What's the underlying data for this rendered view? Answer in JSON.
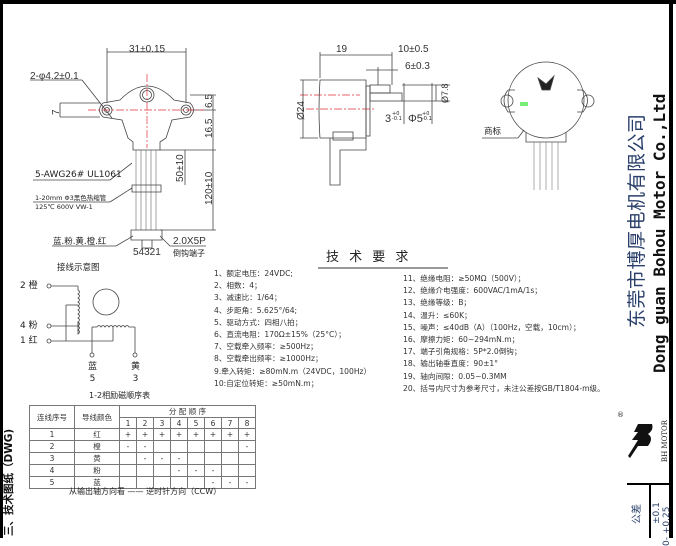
{
  "front_view": {
    "width_dim": "31±0.15",
    "hole_label": "2-φ4.2±0.1",
    "dim_7": "7",
    "dim_6_5": "6.5",
    "dim_16_5": "16.5",
    "dim_50": "50±10",
    "dim_120": "120±10",
    "wire_label": "5-AWG26# UL1061",
    "sleeve_label_1": "1-20mm Φ3黑色热缩管",
    "sleeve_label_2": "125℃ 600V VW-1",
    "colors_label": "蓝.粉.黄.橙.红",
    "pin_numbers": "54321",
    "connector_label_1": "2.0X5P",
    "connector_label_2": "倒钩端子"
  },
  "side_view": {
    "dim_19": "19",
    "dim_10": "10±0.5",
    "dim_6": "6±0.3",
    "dim_d24": "Ø24",
    "dim_d78": "Ø7.8",
    "dim_3": "3",
    "dim_3_tol": "+0 -0.1",
    "dim_d5": "Φ5",
    "dim_d5_tol": "+0 -0.1"
  },
  "back_view": {
    "trademark_label": "商标"
  },
  "wiring": {
    "title": "接线示意图",
    "leads": [
      {
        "num": "2",
        "color": "橙"
      },
      {
        "num": "4",
        "color": "粉"
      },
      {
        "num": "1",
        "color": "红"
      },
      {
        "num": "5",
        "color": "蓝"
      },
      {
        "num": "3",
        "color": "黄"
      }
    ]
  },
  "sequence_table": {
    "caption": "1-2相励磁顺序表",
    "headers": [
      "连线序号",
      "导线颜色",
      "分 配 顺 序"
    ],
    "steps": [
      "1",
      "2",
      "3",
      "4",
      "5",
      "6",
      "7",
      "8"
    ],
    "rows": [
      {
        "num": "1",
        "color": "红",
        "cells": [
          "+",
          "+",
          "+",
          "+",
          "+",
          "+",
          "+",
          "+"
        ]
      },
      {
        "num": "2",
        "color": "橙",
        "cells": [
          "-",
          "-",
          "",
          "",
          "",
          "",
          "",
          "-"
        ]
      },
      {
        "num": "3",
        "color": "黄",
        "cells": [
          "",
          "-",
          "-",
          "-",
          "",
          "",
          "",
          ""
        ]
      },
      {
        "num": "4",
        "color": "粉",
        "cells": [
          "",
          "",
          "",
          "-",
          "-",
          "-",
          "",
          ""
        ]
      },
      {
        "num": "5",
        "color": "蓝",
        "cells": [
          "",
          "",
          "",
          "",
          "",
          "-",
          "-",
          "-"
        ]
      }
    ],
    "direction_note": "从输出轴方向看 —— 逆时针方向（CCW）"
  },
  "requirements": {
    "title": "技 术 要 求",
    "left": [
      "1、额定电压：24VDC;",
      "2、相数：4；",
      "3、减速比：1/64；",
      "4、步距角：5.625°/64;",
      "5、驱动方式：四相八拍；",
      "6、直流电阻：170Ω±15%（25°C）；",
      "7、空载牵入频率：≥500Hz；",
      "8、空载牵出频率：≥1000Hz；",
      "9.牵入转矩：≥80mN.m（24VDC，100Hz）",
      "10:自定位转矩：≥50mN.m；"
    ],
    "right": [
      "11、绝缘电阻：≥50MΩ（500V）；",
      "12、绝缘介电强度：600VAC/1mA/1s；",
      "13、绝缘等级：B；",
      "14、温升：≤60K；",
      "15、噪声：≤40dB（A）（100Hz，空载，10cm）；",
      "16、摩擦力矩：60~294mN.m；",
      "17、端子引角规格：5P*2.0倒钩；",
      "18、输出轴垂直度：90±1°",
      "19、轴向间隙：0.05~0.3MM",
      "20、括号内尺寸为参考尺寸，未注公差按GB/T1804-m级。"
    ]
  },
  "company": {
    "name_cn": "东莞市博厚电机有限公司",
    "name_en": "Dong guan Bohou Motor Co.,Ltd",
    "logo_text": "BH MOTOR",
    "registered_mark": "®"
  },
  "section_title": "三、技术图纸（DWG)",
  "tolerance": {
    "label": "公差",
    "value_1": "±0.1",
    "value_2": "0- +0.25"
  },
  "colors": {
    "centerline": "#e0303a",
    "line": "#333333",
    "border": "#000000"
  }
}
